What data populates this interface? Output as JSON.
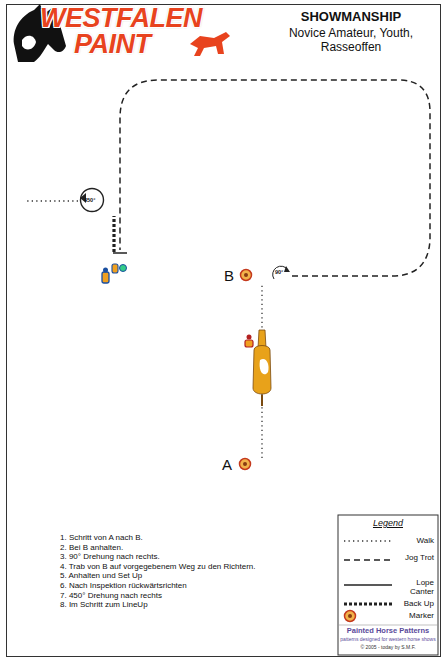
{
  "diagram": {
    "title": "SHOWMANSHIP",
    "labels": [
      "WESTFALEN",
      "PAINT",
      "Novice Amateur, Youth, Rasseoffen",
      "B",
      "90°",
      "A",
      "450°",
      "1. Schritt von A nach B.",
      "2. Bei B anhalten.",
      "3. 90° Drehung nach rechts.",
      "4. Trab von B auf vorgegebenem Weg zu den Richtern.",
      "5. Anhalten und Set Up",
      "6. Nach Inspektion rückwärtsrichten",
      "7. 450° Drehung nach rechts",
      "8. Im Schritt zum LineUp",
      "Legend",
      "Painted Horse Patterns",
      "patterns designed for western horse shows",
      "© 2005 - today by S.M.F."
    ],
    "legend": [
      {
        "text": "Walk"
      },
      {
        "text": "Jog Trot"
      },
      {
        "text": "Lope Canter"
      },
      {
        "text": "Back Up"
      },
      {
        "text": "Marker"
      }
    ]
  }
}
